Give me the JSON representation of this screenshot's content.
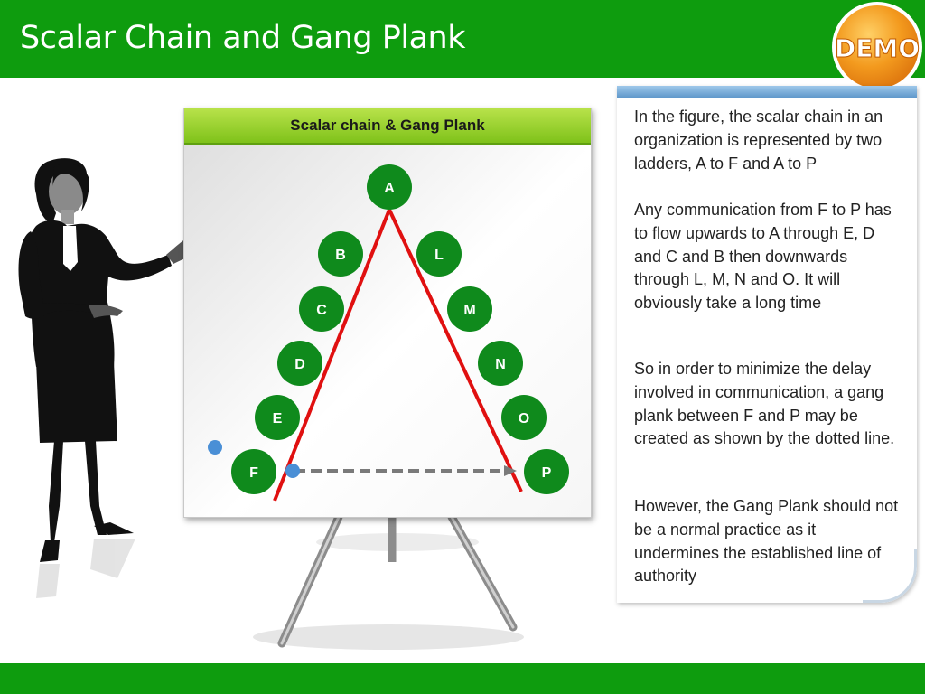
{
  "header": {
    "title": "Scalar Chain and Gang Plank",
    "badge": "DEMO"
  },
  "board": {
    "title": "Scalar chain & Gang Plank"
  },
  "diagram": {
    "apex": "A",
    "left_ladder": [
      "B",
      "C",
      "D",
      "E",
      "F"
    ],
    "right_ladder": [
      "L",
      "M",
      "N",
      "O",
      "P"
    ],
    "gang_plank": {
      "from": "F",
      "to": "P",
      "style": "dotted"
    }
  },
  "panel": {
    "p1": "In the figure, the scalar chain in an organization is represented by two ladders,  A to F and A to P",
    "p2": "Any communication from F to P has to flow upwards to A through E, D and C and B then downwards through L, M, N and O. It will obviously take a long time",
    "p3": "So in order to minimize the delay involved in communication, a gang plank between F and P may be created as shown by the dotted line.",
    "p4": "However, the Gang Plank should not be a normal practice as it undermines the established line of authority"
  },
  "colors": {
    "green": "#0e9c0e",
    "node": "#0f8a1c",
    "line": "#e01010",
    "plank": "#7a7a7a",
    "dot": "#4a8fd6"
  }
}
